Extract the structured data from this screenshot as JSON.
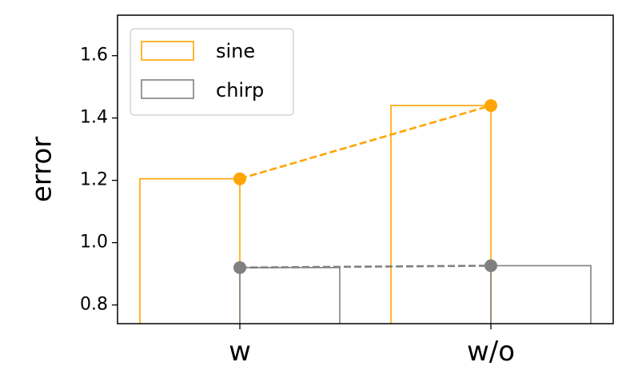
{
  "chart_data": {
    "type": "bar",
    "categories": [
      "w",
      "w/o"
    ],
    "ylabel": "error",
    "xlabel": "",
    "ylim": [
      0.74,
      1.73
    ],
    "yticks": [
      "0.8",
      "1.0",
      "1.2",
      "1.4",
      "1.6"
    ],
    "grid": false,
    "legend_position": "top-left",
    "series": [
      {
        "name": "sine",
        "color": "#ffa500",
        "values": [
          1.205,
          1.44
        ],
        "marker_line": "dashed"
      },
      {
        "name": "chirp",
        "color": "#808080",
        "values": [
          0.92,
          0.926
        ],
        "marker_line": "dashed"
      }
    ]
  }
}
